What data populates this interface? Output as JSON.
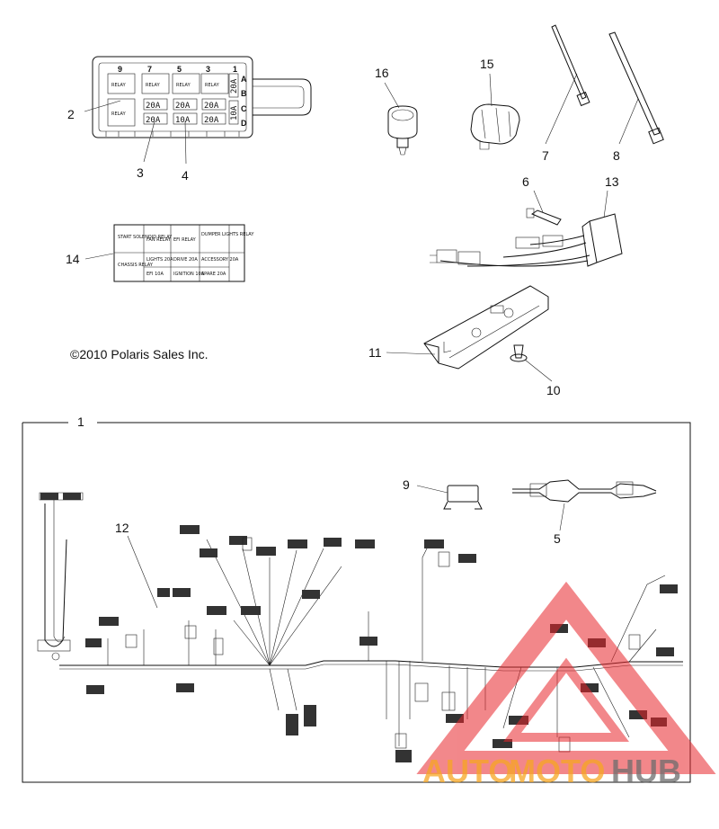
{
  "callouts": {
    "c1": "1",
    "c2": "2",
    "c3": "3",
    "c4": "4",
    "c5": "5",
    "c6": "6",
    "c7": "7",
    "c8": "8",
    "c9": "9",
    "c10": "10",
    "c11": "11",
    "c12": "12",
    "c13": "13",
    "c14": "14",
    "c15": "15",
    "c16": "16"
  },
  "copyright": "©2010 Polaris Sales Inc.",
  "fuse_box": {
    "slot_numbers": [
      "9",
      "7",
      "5",
      "3",
      "1"
    ],
    "row_letters": [
      "A",
      "B",
      "C",
      "D"
    ],
    "relay_label": "RELAY",
    "fuse_values": [
      "20A",
      "20A",
      "20A",
      "20A",
      "10A",
      "20A"
    ],
    "side_fuses": [
      "20A",
      "10A"
    ]
  },
  "decal": {
    "cells": [
      "START SOLENOID RELAY",
      "FAN RELAY",
      "EFI RELAY",
      "DUMPER LIGHTS RELAY",
      "CHASSIS RELAY",
      "LIGHTS 20A",
      "DRIVE 20A",
      "ACCESSORY 20A",
      "EFI 10A",
      "IGNITION 10A",
      "SPARE 20A"
    ]
  },
  "watermark": {
    "text_auto": "AUTO",
    "text_moto": "MOTO",
    "text_hub": "HUB",
    "color_red": "#e8262b",
    "color_orange": "#f6a623",
    "color_gray": "#6d6d6d"
  }
}
